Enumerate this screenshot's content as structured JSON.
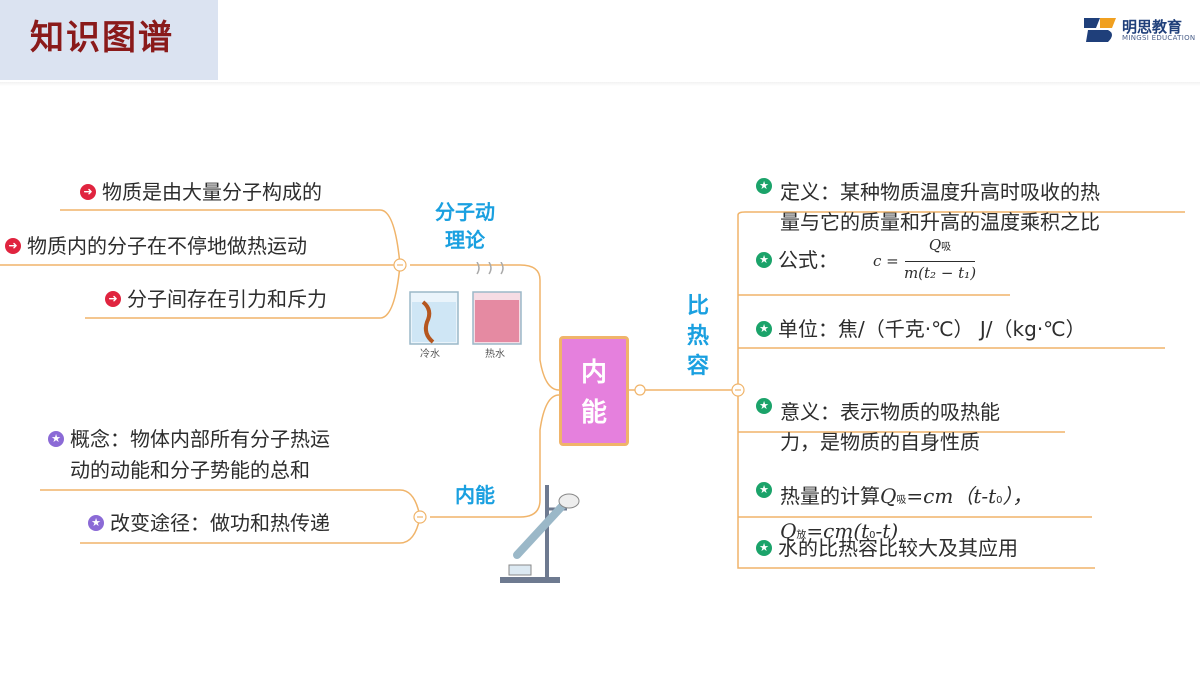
{
  "header": {
    "title": "知识图谱",
    "logo_name": "明思教育",
    "logo_sub": "MINGSI EDUCATION"
  },
  "center": {
    "label_line1": "内",
    "label_line2": "能"
  },
  "branch_molecular": {
    "label_line1": "分子动",
    "label_line2": "理论",
    "items": [
      "物质是由大量分子构成的",
      "物质内的分子在不停地做热运动",
      "分子间存在引力和斥力"
    ],
    "img_cold": "冷水",
    "img_hot": "热水"
  },
  "branch_internal": {
    "label": "内能",
    "item1_line1": "概念：物体内部所有分子热运",
    "item1_line2": "动的动能和分子势能的总和",
    "item2": "改变途径：做功和热传递"
  },
  "branch_heat": {
    "label_line1": "比",
    "label_line2": "热",
    "label_line3": "容",
    "def_line1": "定义：某种物质温度升高时吸收的热",
    "def_line2": "量与它的质量和升高的温度乘积之比",
    "formula_label": "公式：",
    "formula_lhs": "c =",
    "formula_num": "Q",
    "formula_num_sub": "吸",
    "formula_den": "m(t₂ − t₁)",
    "unit": "单位：焦/（千克·℃）  J/（kg·℃）",
    "meaning_line1": "意义：表示物质的吸热能",
    "meaning_line2": "力，是物质的自身性质",
    "calc_prefix": "热量的计算",
    "calc_q1": "Q",
    "calc_q1_sub": "吸",
    "calc_eq1": "=cm（t-t",
    "calc_eq1_sub": "0",
    "calc_eq1_end": "），",
    "calc_q2": "Q",
    "calc_q2_sub": "放",
    "calc_eq2": "=cm(t",
    "calc_eq2_sub": "0",
    "calc_eq2_end": "-t)",
    "water": "水的比热容比较大及其应用"
  },
  "colors": {
    "connector": "#f0b46a",
    "branch_text": "#1aa0e0",
    "center_fill": "#e580dd",
    "title_text": "#8a1a1a"
  }
}
